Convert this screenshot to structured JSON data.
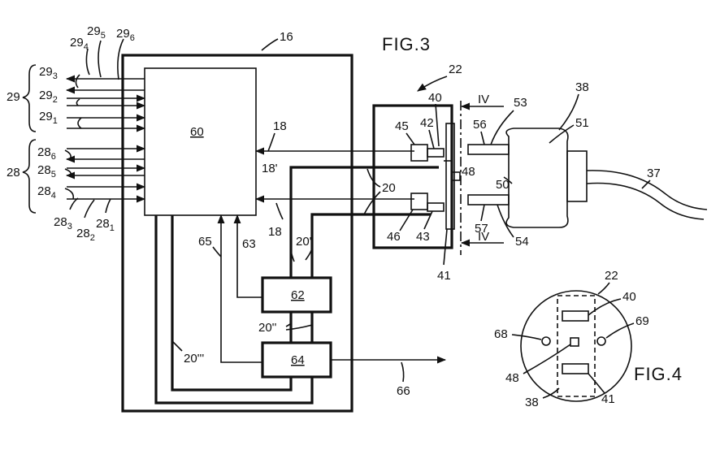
{
  "fig3": {
    "title": "FIG.3",
    "labels": {
      "l16": "16",
      "l22": "22",
      "l38": "38",
      "l40": "40",
      "l42": "42",
      "l45": "45",
      "l53": "53",
      "l56": "56",
      "l51": "51",
      "l48": "48",
      "l50": "50",
      "l37": "37",
      "l46": "46",
      "l43": "43",
      "l57": "57",
      "l54": "54",
      "l41": "41",
      "l60": "60",
      "l18a": "18",
      "l18p": "18'",
      "l18b": "18",
      "l20": "20",
      "l20p": "20'",
      "l20pp": "20''",
      "l20ppp": "20'''",
      "l62": "62",
      "l64": "64",
      "l63": "63",
      "l65": "65",
      "l66": "66",
      "sect_top": "IV",
      "sect_bot": "IV",
      "g29": "29",
      "g28": "28",
      "s29_1": "29",
      "s29_1i": "1",
      "s29_2": "29",
      "s29_2i": "2",
      "s29_3": "29",
      "s29_3i": "3",
      "s29_4": "29",
      "s29_4i": "4",
      "s29_5": "29",
      "s29_5i": "5",
      "s29_6": "29",
      "s29_6i": "6",
      "s28_1": "28",
      "s28_1i": "1",
      "s28_2": "28",
      "s28_2i": "2",
      "s28_3": "28",
      "s28_3i": "3",
      "s28_4": "28",
      "s28_4i": "4",
      "s28_5": "28",
      "s28_5i": "5",
      "s28_6": "28",
      "s28_6i": "6"
    }
  },
  "fig4": {
    "title": "FIG.4",
    "labels": {
      "l22": "22",
      "l40": "40",
      "l68": "68",
      "l69": "69",
      "l48": "48",
      "l38": "38",
      "l41": "41"
    }
  }
}
